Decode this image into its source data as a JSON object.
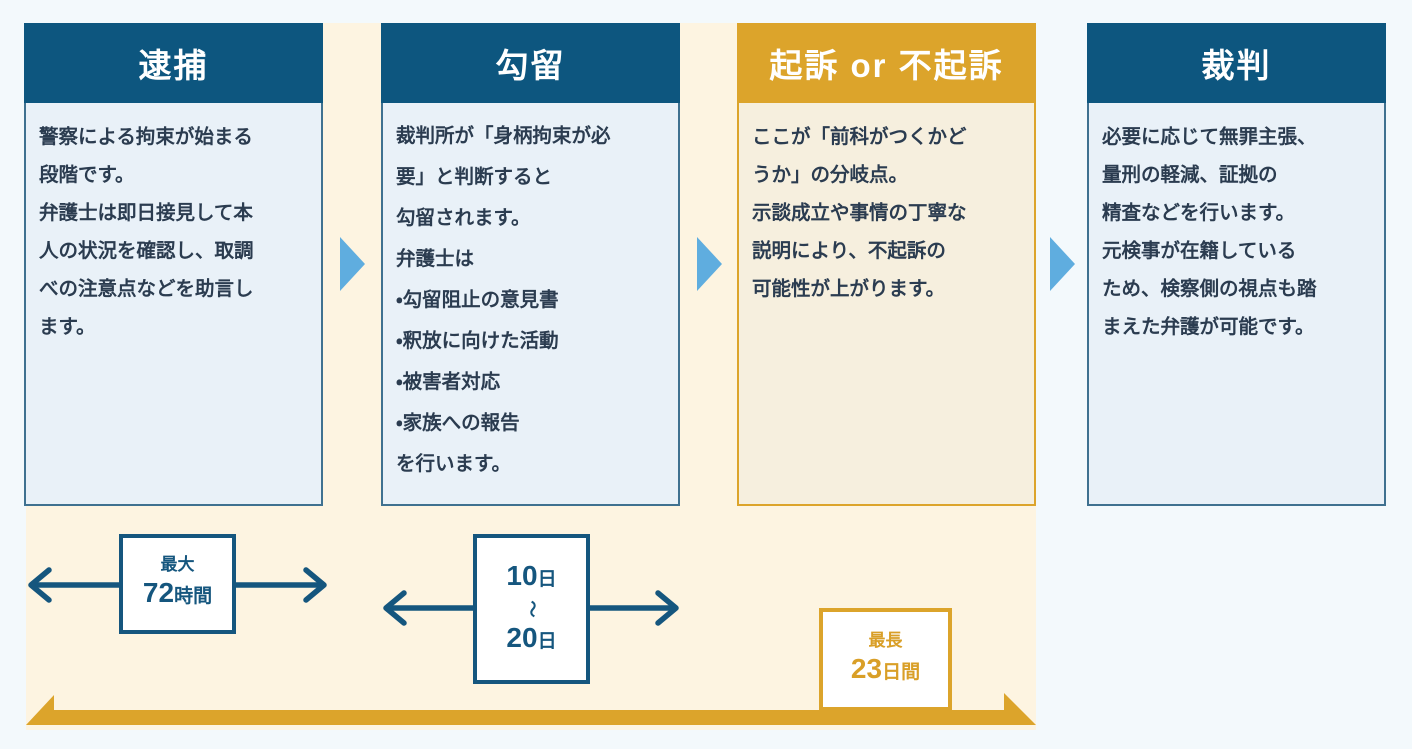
{
  "stages": [
    {
      "title": "逮捕",
      "body": "警察による拘束が始まる\n段階です。\n弁護士は即日接見して本\n人の状況を確認し、取調\nべの注意点などを助言し\nます。"
    },
    {
      "title": "勾留",
      "body": "裁判所が「身柄拘束が必\n要」と判断すると\n勾留されます。\n弁護士は\n・勾留阻止の意見書\n・釈放に向けた活動\n・被害者対応\n・家族への報告\nを行います。"
    },
    {
      "title": "起訴 or 不起訴",
      "body": "ここが「前科がつくかど\nうか」の分岐点。\n示談成立や事情の丁寧な\n説明により、不起訴の\n可能性が上がります。"
    },
    {
      "title": "裁判",
      "body": "必要に応じて無罪主張、\n量刑の軽減、証拠の\n精査などを行います。\n元検事が在籍している\nため、検察側の視点も踏\nまえた弁護が可能です。"
    }
  ],
  "timeline": {
    "badge_72h": {
      "top": "最大",
      "num": "72",
      "unit": "時間"
    },
    "badge_days": {
      "num1": "10",
      "unit1": "日",
      "tilde": "〜",
      "num2": "20",
      "unit2": "日"
    },
    "badge_23d": {
      "top": "最長",
      "num": "23",
      "unit": "日間"
    }
  },
  "colors": {
    "header_blue": "#0D567F",
    "accent_gold": "#DCA42B",
    "flow_arrow_blue": "#5FADDF",
    "body_blue_bg": "#E9F1F8",
    "body_gold_bg": "#F6EFDE",
    "cream_bg": "#FDF4E1",
    "page_bg": "#F3F9FC",
    "badge_navy": "#15567E",
    "badge_gold_text": "#D99F27",
    "text_navy": "#2B3C50"
  }
}
